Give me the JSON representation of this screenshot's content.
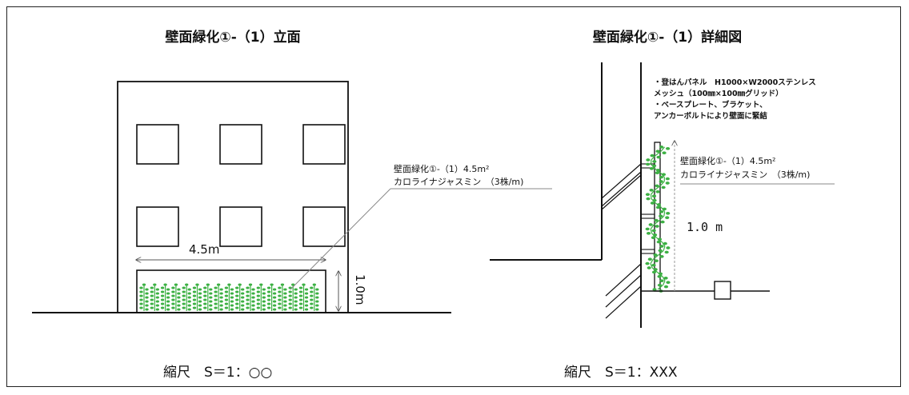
{
  "left": {
    "title": "壁面緑化①-（1）立面",
    "scale": "縮尺　S＝1：○○",
    "callout_line1": "壁面緑化①-（1）4.5m²",
    "callout_line2": "カロライナジャスミン　（3株/m)",
    "width_dim": "4.5m",
    "height_dim": "1.0m"
  },
  "right": {
    "title": "壁面緑化①-（1）詳細図",
    "scale": "縮尺　S＝1：XXX",
    "notes": [
      "・登はんパネル　H1000×W2000ステンレス",
      "メッシュ（100㎜×100㎜グリッド）",
      "・ベースプレート、ブラケット、",
      "アンカーボルトにより壁面に緊結"
    ],
    "callout_line1": "壁面緑化①-（1）4.5m²",
    "callout_line2": "カロライナジャスミン　（3株/m)",
    "height_dim": "1.0 m"
  },
  "colors": {
    "line": "#111111",
    "plant": "#3cb043",
    "leader": "#888888"
  }
}
